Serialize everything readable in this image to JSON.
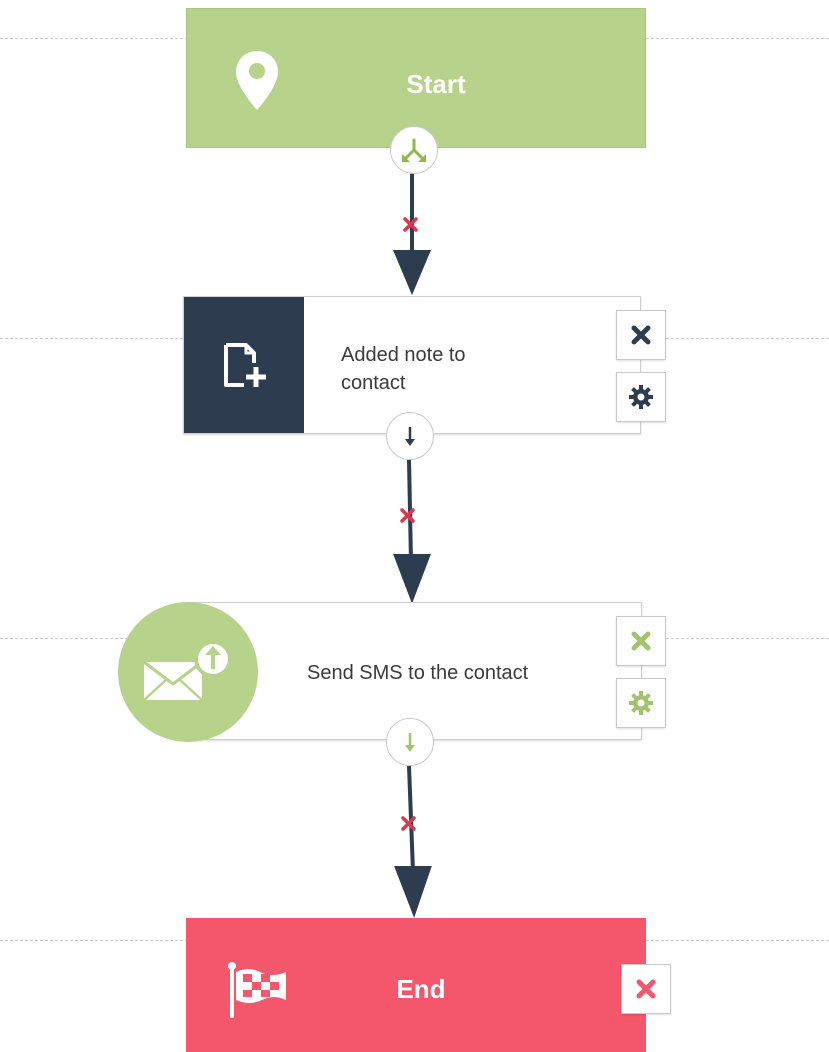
{
  "workflow": {
    "start": {
      "title": "Start",
      "icon": "map-pin-icon",
      "color": "#b7d28b"
    },
    "steps": [
      {
        "label": "Added note to contact",
        "icon": "note-add-icon",
        "icon_bg": "#2d3d4f",
        "accent": "#2d3d4f"
      },
      {
        "label": "Send SMS to the contact",
        "icon": "send-mail-icon",
        "icon_bg": "#b7d28b",
        "accent": "#a3c46f"
      }
    ],
    "end": {
      "title": "End",
      "icon": "checkered-flag-icon",
      "color": "#f4566b"
    },
    "connector": {
      "remove_mark_color": "#d9394e",
      "line_color": "#2d3d4f"
    }
  }
}
